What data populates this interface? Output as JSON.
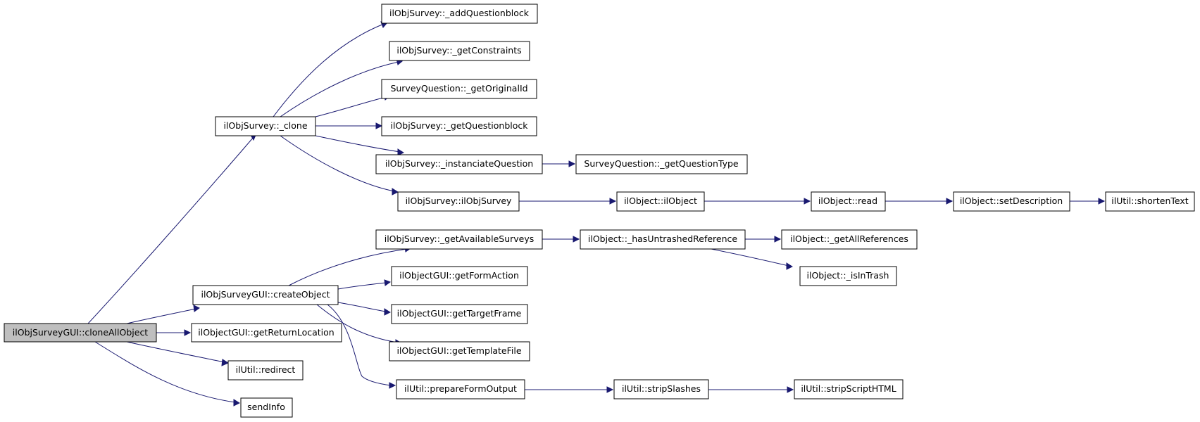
{
  "colors": {
    "edge": "#191970",
    "root_fill": "#bfbfbf",
    "node_fill": "#ffffff",
    "border": "#000000"
  },
  "nodes": {
    "clone_all_object": "ilObjSurveyGUI::cloneAllObject",
    "survey_clone": "ilObjSurvey::_clone",
    "add_questionblock": "ilObjSurvey::_addQuestionblock",
    "get_constraints": "ilObjSurvey::_getConstraints",
    "get_original_id": "SurveyQuestion::_getOriginalId",
    "get_questionblock": "ilObjSurvey::_getQuestionblock",
    "instanciate_question": "ilObjSurvey::_instanciateQuestion",
    "get_question_type": "SurveyQuestion::_getQuestionType",
    "il_obj_survey": "ilObjSurvey::ilObjSurvey",
    "il_object": "ilObject::ilObject",
    "il_object_read": "ilObject::read",
    "set_description": "ilObject::setDescription",
    "shorten_text": "ilUtil::shortenText",
    "create_object": "ilObjSurveyGUI::createObject",
    "get_available_surveys": "ilObjSurvey::_getAvailableSurveys",
    "has_untrashed_reference": "ilObject::_hasUntrashedReference",
    "get_all_references": "ilObject::_getAllReferences",
    "is_in_trash": "ilObject::_isInTrash",
    "get_form_action": "ilObjectGUI::getFormAction",
    "get_target_frame": "ilObjectGUI::getTargetFrame",
    "get_return_location": "ilObjectGUI::getReturnLocation",
    "get_template_file": "ilObjectGUI::getTemplateFile",
    "redirect": "ilUtil::redirect",
    "prepare_form_output": "ilUtil::prepareFormOutput",
    "strip_slashes": "ilUtil::stripSlashes",
    "strip_script_html": "ilUtil::stripScriptHTML",
    "send_info": "sendInfo"
  }
}
